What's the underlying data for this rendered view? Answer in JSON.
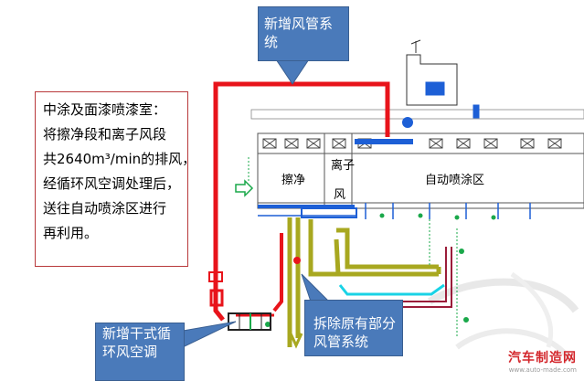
{
  "callouts": {
    "new_duct": "新增风管系统",
    "new_ac": "新增干式循环风空调",
    "removed_duct": "拆除原有部分风管系统"
  },
  "description": {
    "lines": [
      "中涂及面漆喷漆室：",
      "将擦净段和离子风段",
      "共2640m³/min的排风，",
      "经循环风空调处理后，",
      "送往自动喷涂区进行",
      "再利用。"
    ]
  },
  "zones": {
    "wipe": "擦净",
    "ion_wind_1": "离子",
    "ion_wind_2": "风",
    "auto_spray": "自动喷涂区"
  },
  "watermark": {
    "brand": "汽车制造网",
    "url": "www.auto-made.com"
  },
  "colors": {
    "new_duct": "#e8141b",
    "removed_duct": "#a8a820",
    "callout": "#4a7aba",
    "booth_line": "#1d5fd6",
    "valve": "#1aa84a",
    "cyan": "#19d3e6"
  }
}
